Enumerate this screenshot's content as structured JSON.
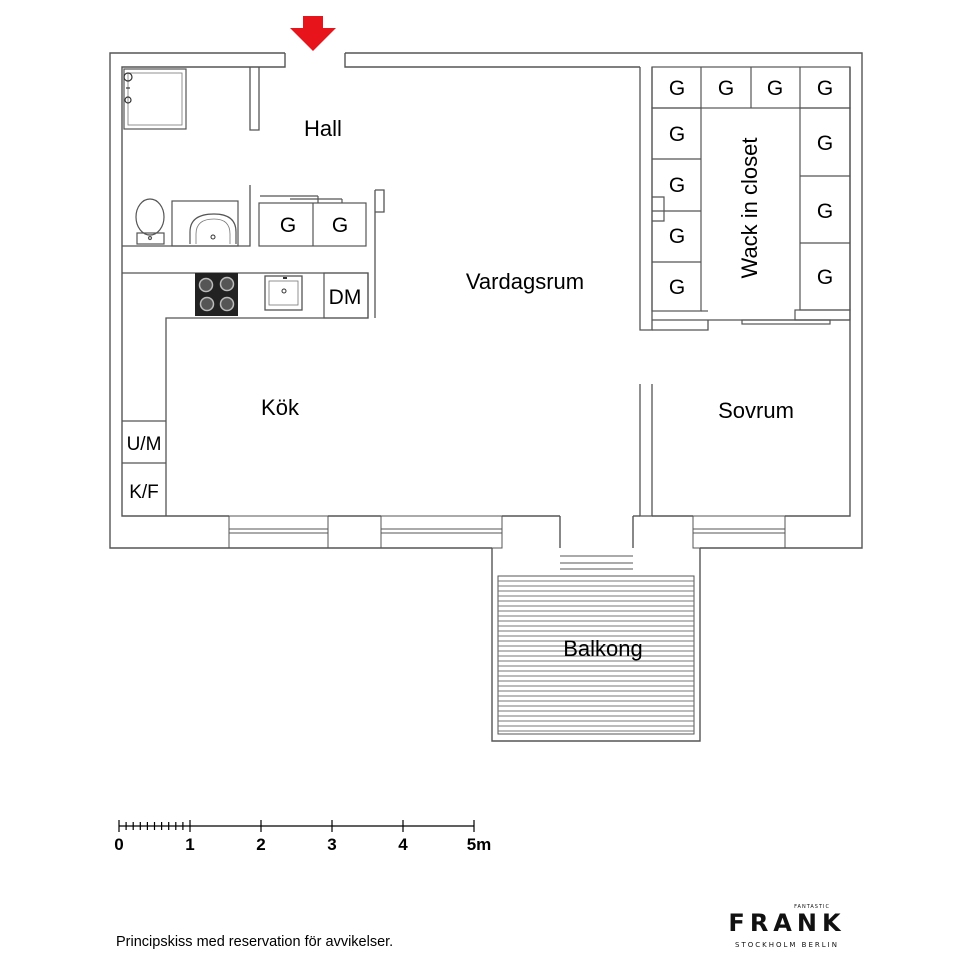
{
  "rooms": {
    "hall": "Hall",
    "vardagsrum": "Vardagsrum",
    "kok": "Kök",
    "sovrum": "Sovrum",
    "balkong": "Balkong",
    "walk_in_closet": "Wack in closet"
  },
  "fixtures": {
    "storage": "G",
    "dishwasher": "DM",
    "microwave_oven": "U/M",
    "fridge_freezer": "K/F"
  },
  "scale": {
    "ticks": [
      "0",
      "1",
      "2",
      "3",
      "4",
      "5m"
    ]
  },
  "caption": "Principskiss med reservation för avvikelser.",
  "logo": {
    "tagline": "FANTASTIC",
    "name": "FRANK",
    "cities": "STOCKHOLM  BERLIN"
  },
  "colors": {
    "entrance_arrow": "#e8141b",
    "walls": "#555555",
    "lines": "#000000"
  }
}
